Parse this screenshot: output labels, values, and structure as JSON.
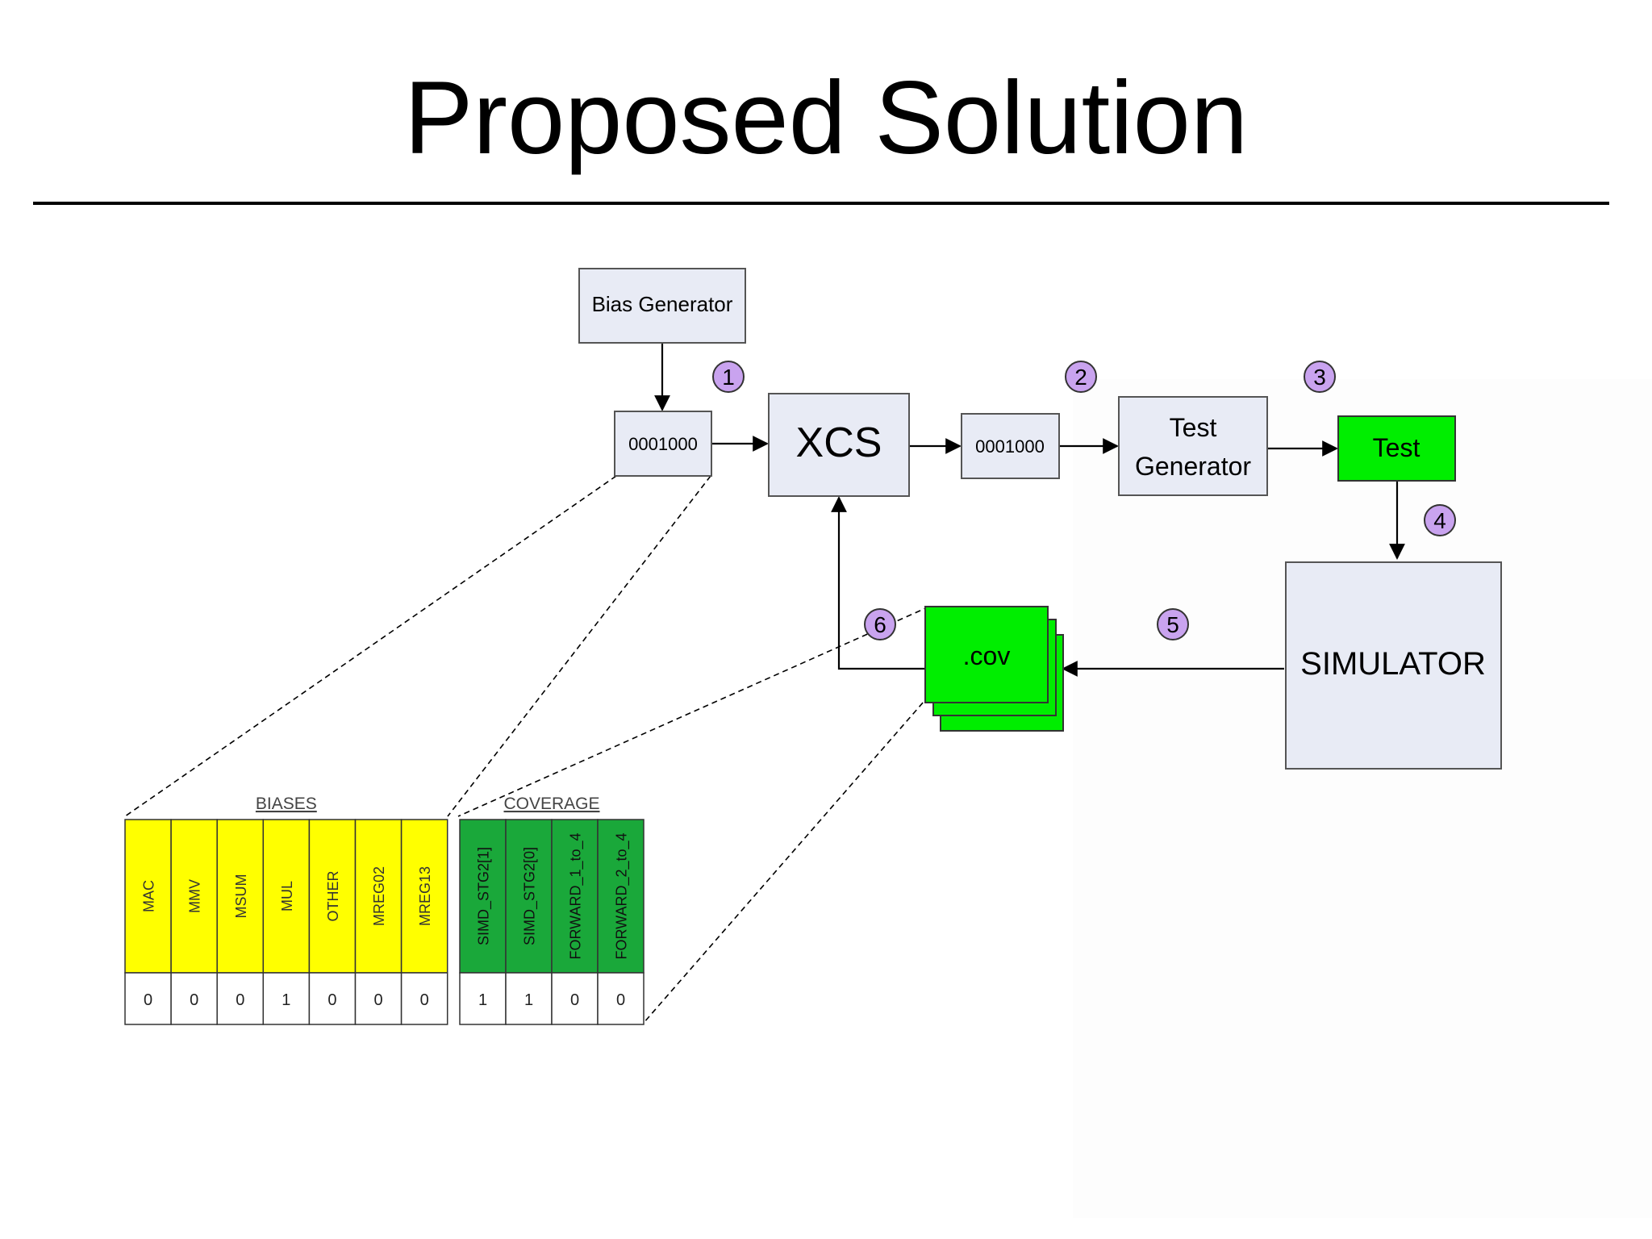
{
  "slide": {
    "title": "Proposed Solution"
  },
  "diagram": {
    "nodes": {
      "bias_generator": "Bias Generator",
      "bias_vector": "0001000",
      "xcs": "XCS",
      "action_vector": "0001000",
      "test_generator": [
        "Test",
        "Generator"
      ],
      "test": "Test",
      "simulator": "SIMULATOR",
      "coverage_file": ".cov"
    },
    "steps": [
      "1",
      "2",
      "3",
      "4",
      "5",
      "6"
    ],
    "tables": {
      "biases": {
        "title": "BIASES",
        "columns": [
          "MAC",
          "MMV",
          "MSUM",
          "MUL",
          "OTHER",
          "MREG02",
          "MREG13"
        ],
        "values": [
          "0",
          "0",
          "0",
          "1",
          "0",
          "0",
          "0"
        ]
      },
      "coverage": {
        "title": "COVERAGE",
        "columns": [
          "SIMD_STG2[1]",
          "SIMD_STG2[0]",
          "FORWARD_1_to_4",
          "FORWARD_2_to_4"
        ],
        "values": [
          "1",
          "1",
          "0",
          "0"
        ]
      }
    },
    "colors": {
      "box_fill": "#e8ebf5",
      "box_stroke": "#555555",
      "step_fill": "#c9a3ef",
      "test_green": "#00ee00",
      "bias_yellow": "#ffff00",
      "coverage_green": "#1aa83a"
    }
  }
}
